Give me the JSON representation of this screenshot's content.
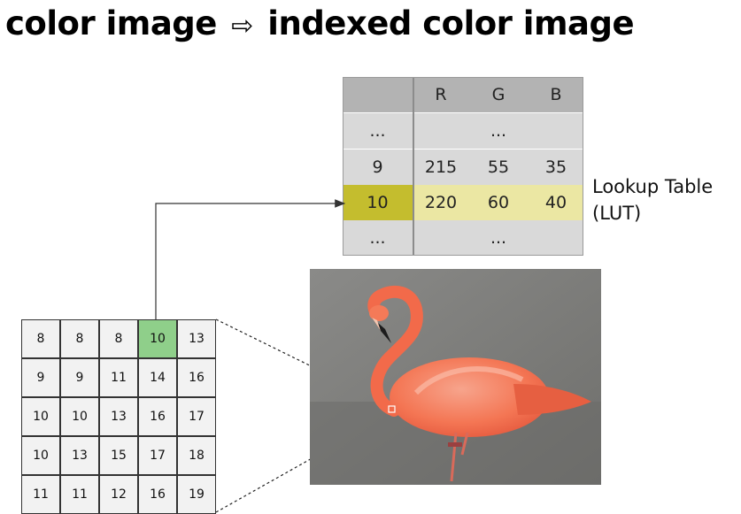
{
  "title": {
    "left": "color image",
    "arrow": "⇨",
    "right": "indexed color image"
  },
  "lut": {
    "header": {
      "index": "",
      "r": "R",
      "g": "G",
      "b": "B"
    },
    "rows": [
      {
        "index": "...",
        "rgb": "..."
      },
      {
        "index": "9",
        "r": "215",
        "g": "55",
        "b": "35"
      },
      {
        "index": "10",
        "r": "220",
        "g": "60",
        "b": "40"
      },
      {
        "index": "...",
        "rgb": "..."
      }
    ],
    "label_line1": "Lookup Table",
    "label_line2": "(LUT)",
    "colors": {
      "header": "#b3b3b3",
      "body": "#d9d9d9",
      "highlight_index": "#c4bd2e",
      "highlight_row": "#ebe7a3"
    }
  },
  "pixel_grid": {
    "rows": [
      [
        "8",
        "8",
        "8",
        "10",
        "13"
      ],
      [
        "9",
        "9",
        "11",
        "14",
        "16"
      ],
      [
        "10",
        "10",
        "13",
        "16",
        "17"
      ],
      [
        "10",
        "13",
        "15",
        "17",
        "18"
      ],
      [
        "11",
        "11",
        "12",
        "16",
        "19"
      ]
    ],
    "highlight": {
      "row": 0,
      "col": 3,
      "color": "#8fcf8a"
    }
  },
  "photo": {
    "subject": "flamingo-photo",
    "colors": {
      "background": "#7d7d7b",
      "bird": "#f26a4a",
      "bill": "#1c1c1c"
    }
  }
}
